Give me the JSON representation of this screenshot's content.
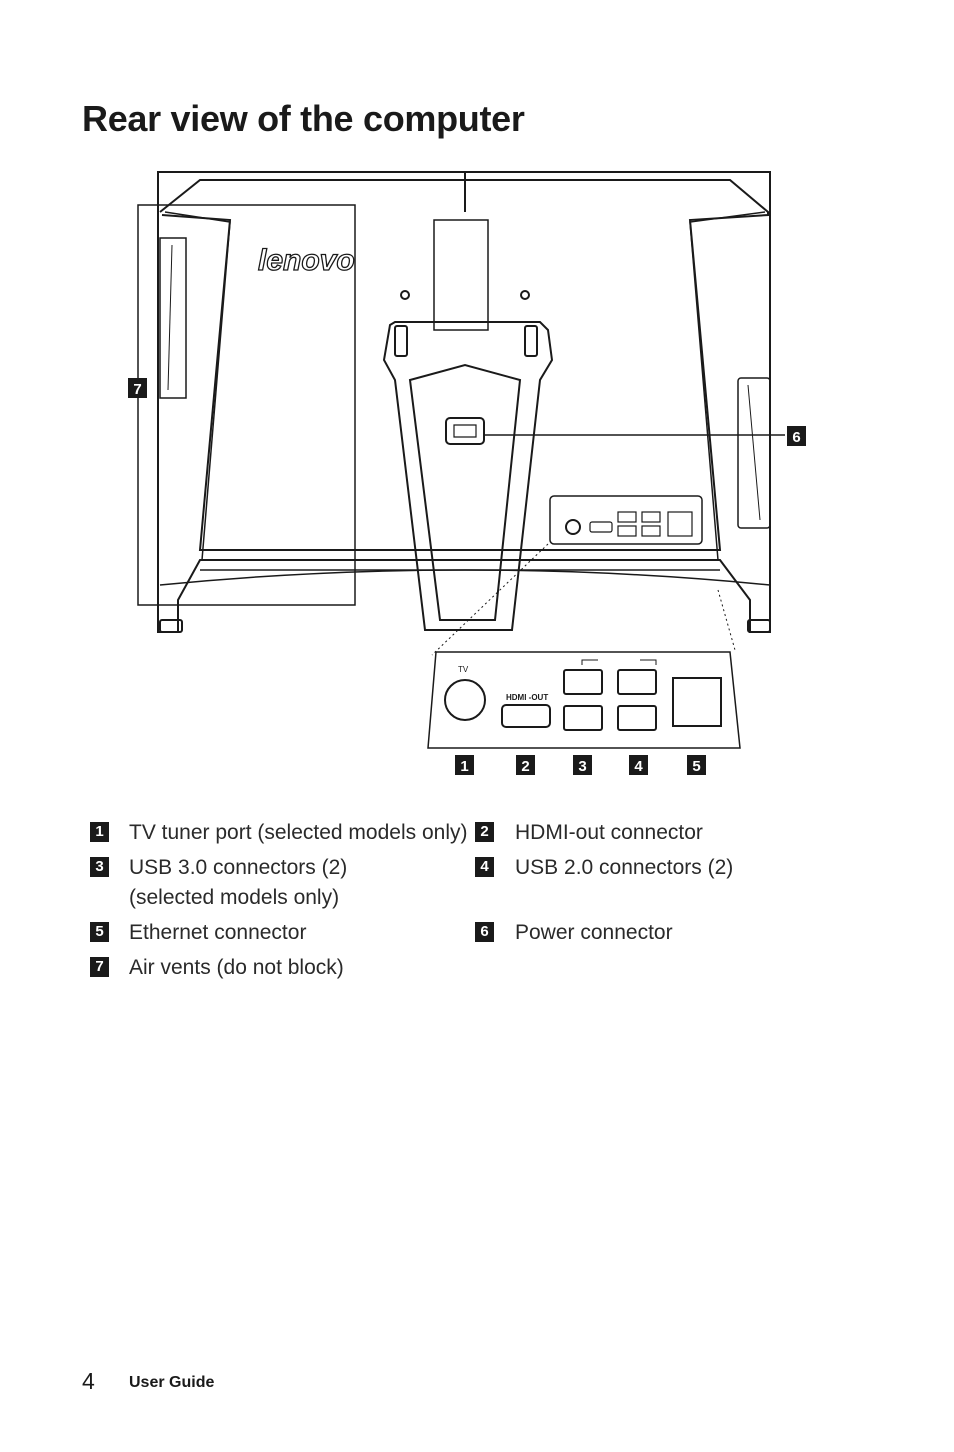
{
  "page": {
    "title": "Rear view of the computer",
    "page_number": "4",
    "footer_label": "User Guide"
  },
  "figure": {
    "brand_logo": "lenovo",
    "port_labels": {
      "tv": "TV",
      "hdmi": "HDMI -OUT"
    },
    "callouts": [
      "1",
      "2",
      "3",
      "4",
      "5",
      "6",
      "7"
    ]
  },
  "legend": [
    {
      "num": "1",
      "text": "TV tuner port (selected models only)"
    },
    {
      "num": "2",
      "text": "HDMI-out connector"
    },
    {
      "num": "3",
      "text": "USB 3.0 connectors (2)",
      "text2": "(selected models only)"
    },
    {
      "num": "4",
      "text": "USB 2.0 connectors (2)"
    },
    {
      "num": "5",
      "text": "Ethernet connector"
    },
    {
      "num": "6",
      "text": "Power connector"
    },
    {
      "num": "7",
      "text": "Air vents (do not block)"
    }
  ]
}
